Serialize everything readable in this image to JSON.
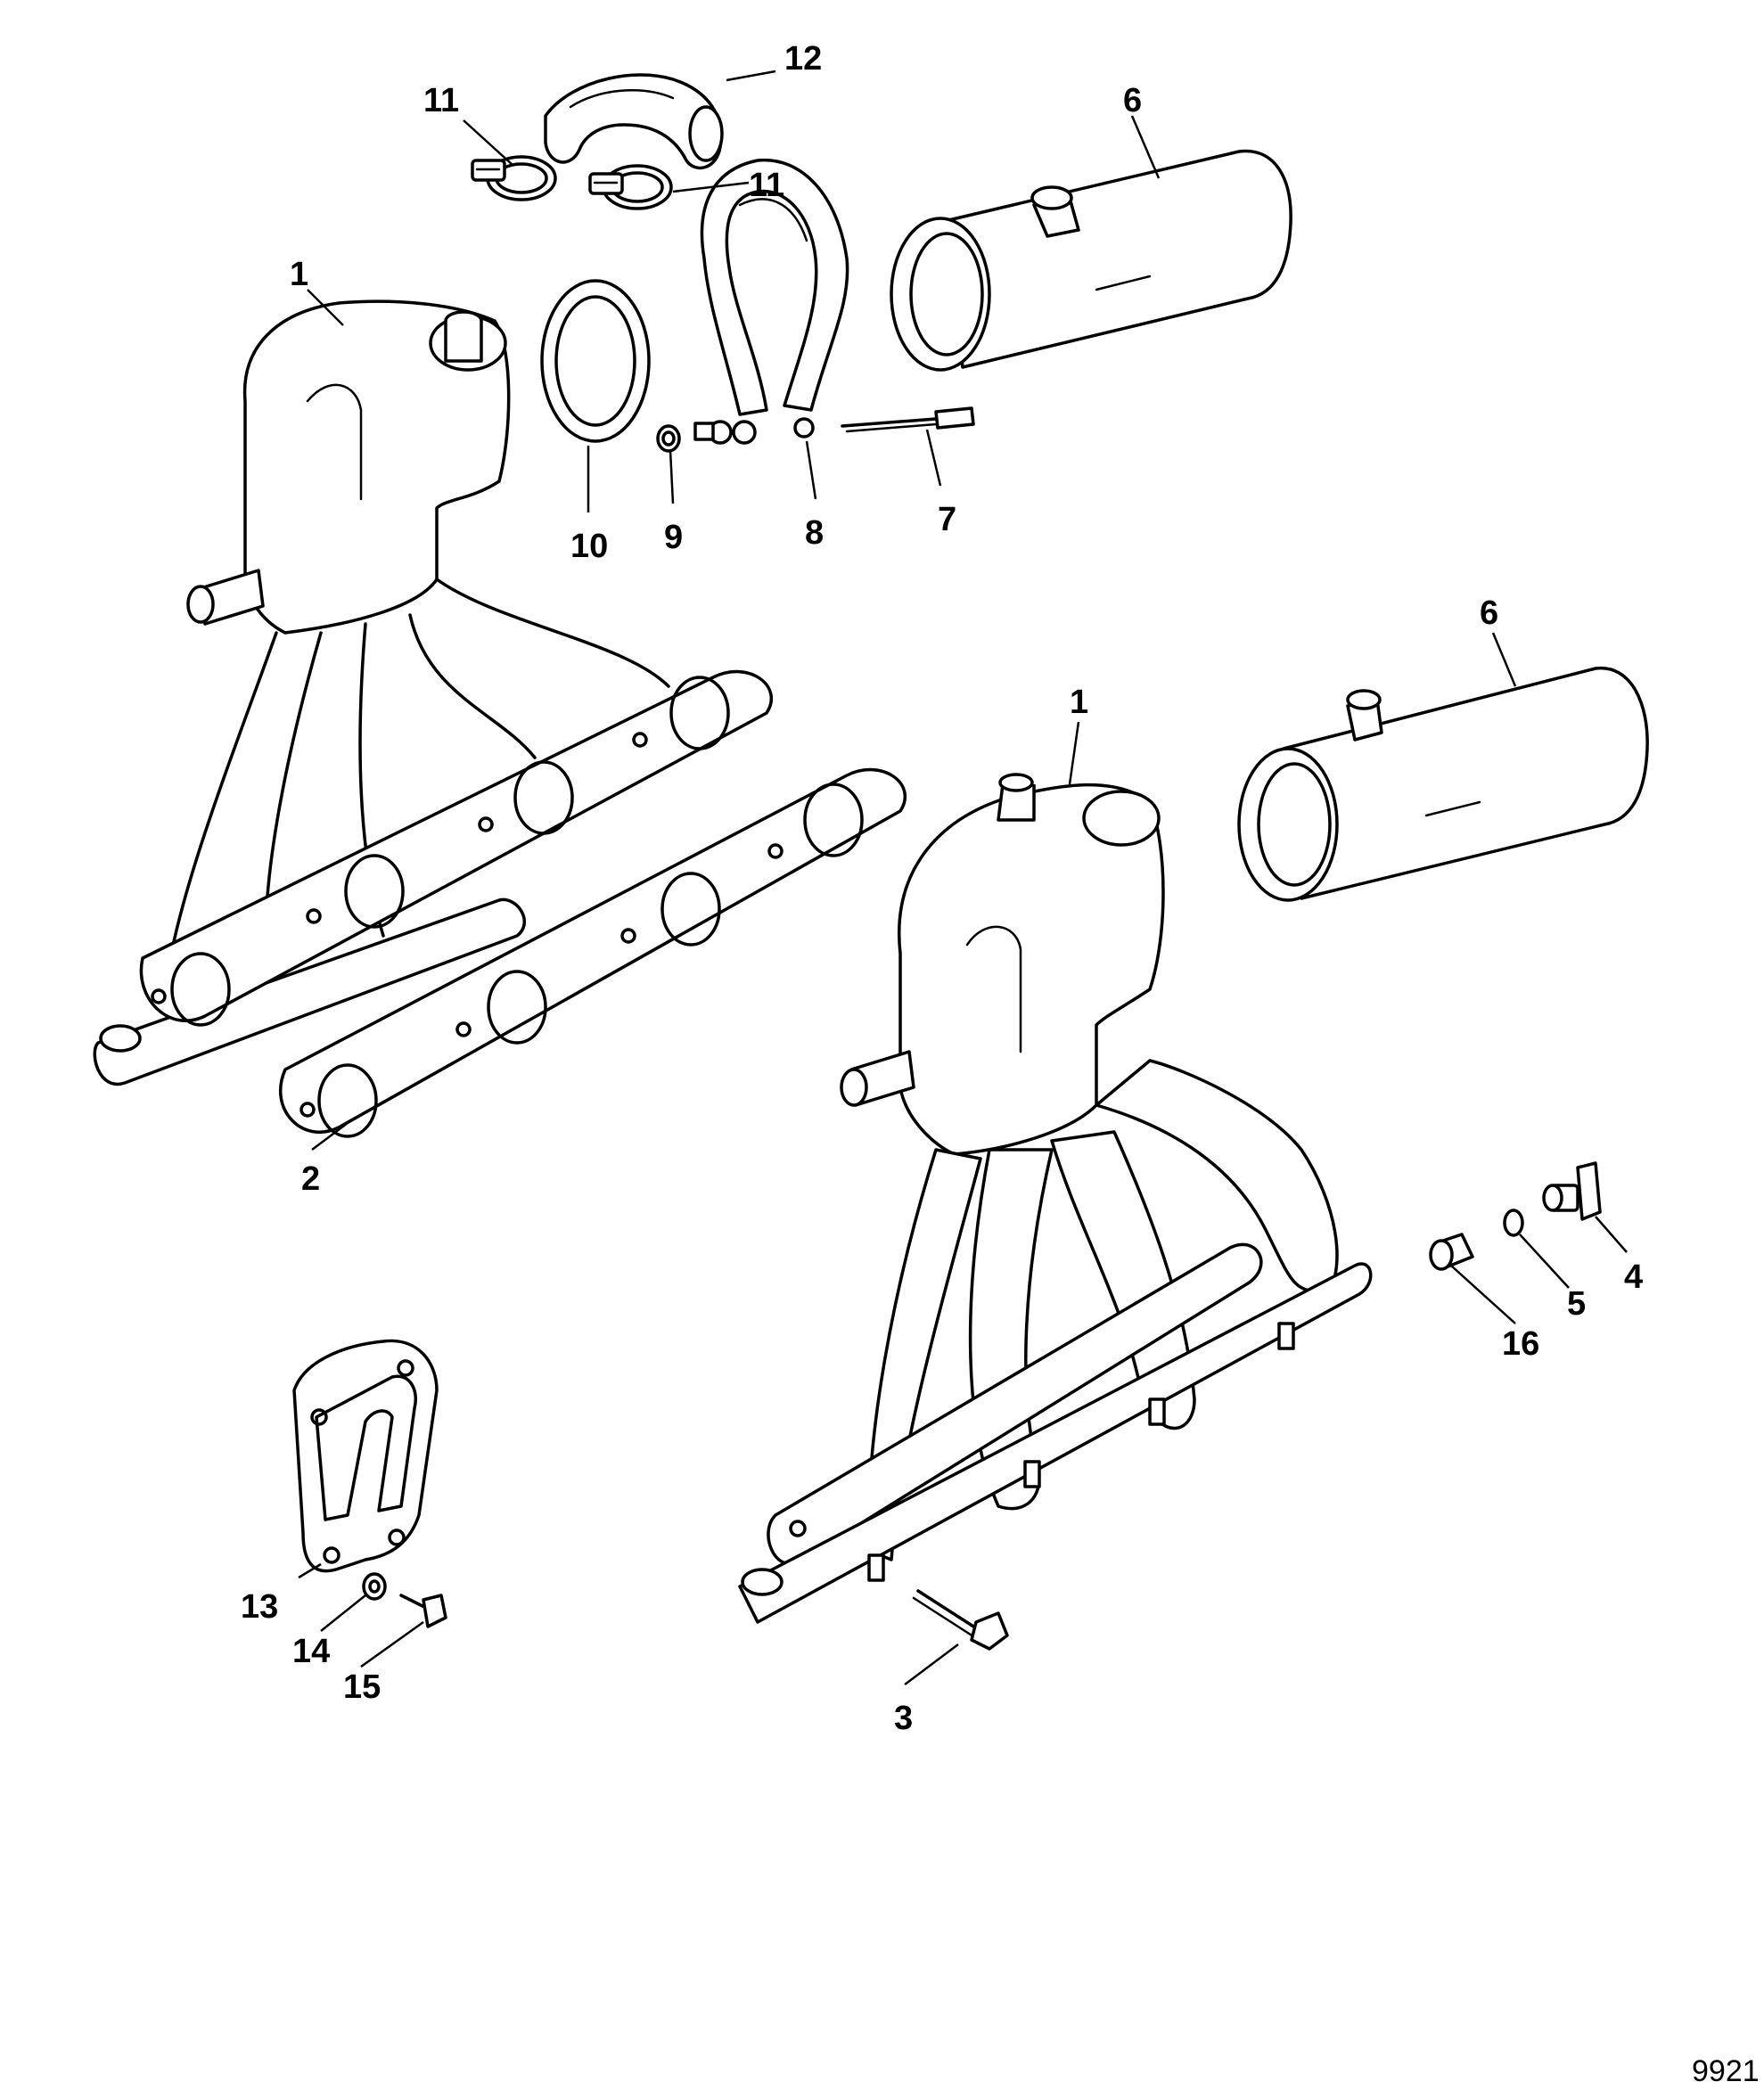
{
  "callouts": {
    "c1a": "1",
    "c1b": "1",
    "c2": "2",
    "c3": "3",
    "c4": "4",
    "c5": "5",
    "c6a": "6",
    "c6b": "6",
    "c7": "7",
    "c8": "8",
    "c9": "9",
    "c10": "10",
    "c11a": "11",
    "c11b": "11",
    "c12": "12",
    "c13": "13",
    "c14": "14",
    "c15": "15",
    "c16": "16"
  },
  "figure_id": "9921"
}
